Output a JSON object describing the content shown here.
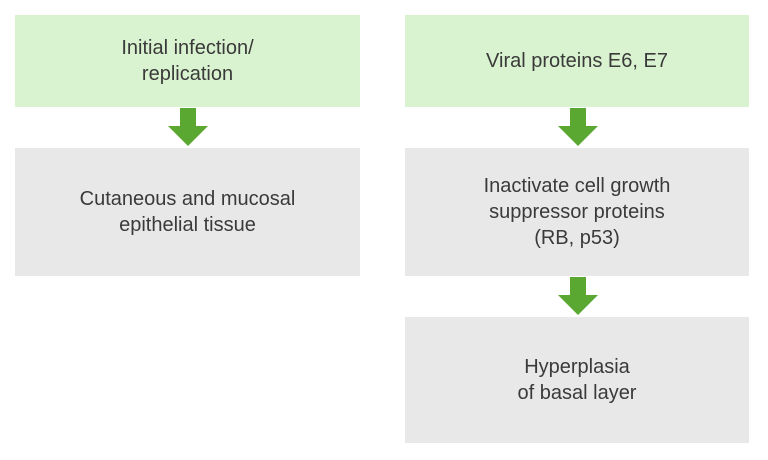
{
  "colors": {
    "green_box": "#d9f2cf",
    "grey_box": "#e8e8e8",
    "arrow": "#5aa832",
    "text": "#3a3a3a"
  },
  "left_column": {
    "top_box": "Initial infection/\nreplication",
    "bottom_box": "Cutaneous and mucosal\nepithelial tissue"
  },
  "right_column": {
    "top_box": "Viral proteins E6, E7",
    "middle_box": "Inactivate cell growth\nsuppressor proteins\n(RB, p53)",
    "bottom_box": "Hyperplasia\nof basal layer"
  },
  "icons": {
    "arrow": "arrow-down-icon"
  }
}
